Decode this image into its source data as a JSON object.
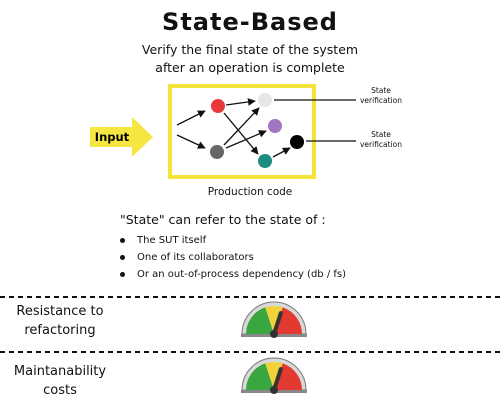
{
  "title": "State-Based",
  "subtitle_lines": [
    "Verify the final state of the system",
    "after an operation is complete"
  ],
  "diagram": {
    "input_label": "Input",
    "production_label": "Production code",
    "verification_labels": [
      [
        "State",
        "verification"
      ],
      [
        "State",
        "verification"
      ]
    ],
    "node_colors": {
      "red": "#E8393A",
      "gray": "#666666",
      "white": "#E6E6E6",
      "purple": "#A074C0",
      "teal": "#1E8C80",
      "black": "#000000"
    },
    "box_color": "#F3E33A",
    "arrow_color": "#F6E641"
  },
  "state_refers": {
    "heading": "\"State\" can refer to the state of :",
    "items": [
      "The SUT itself",
      "One of its collaborators",
      "Or an out-of-process dependency (db / fs)"
    ]
  },
  "metrics": [
    {
      "label_lines": [
        "Resistance to",
        "refactoring"
      ],
      "gauge_level": 0.6
    },
    {
      "label_lines": [
        "Maintanability",
        "costs"
      ],
      "gauge_level": 0.6
    }
  ]
}
